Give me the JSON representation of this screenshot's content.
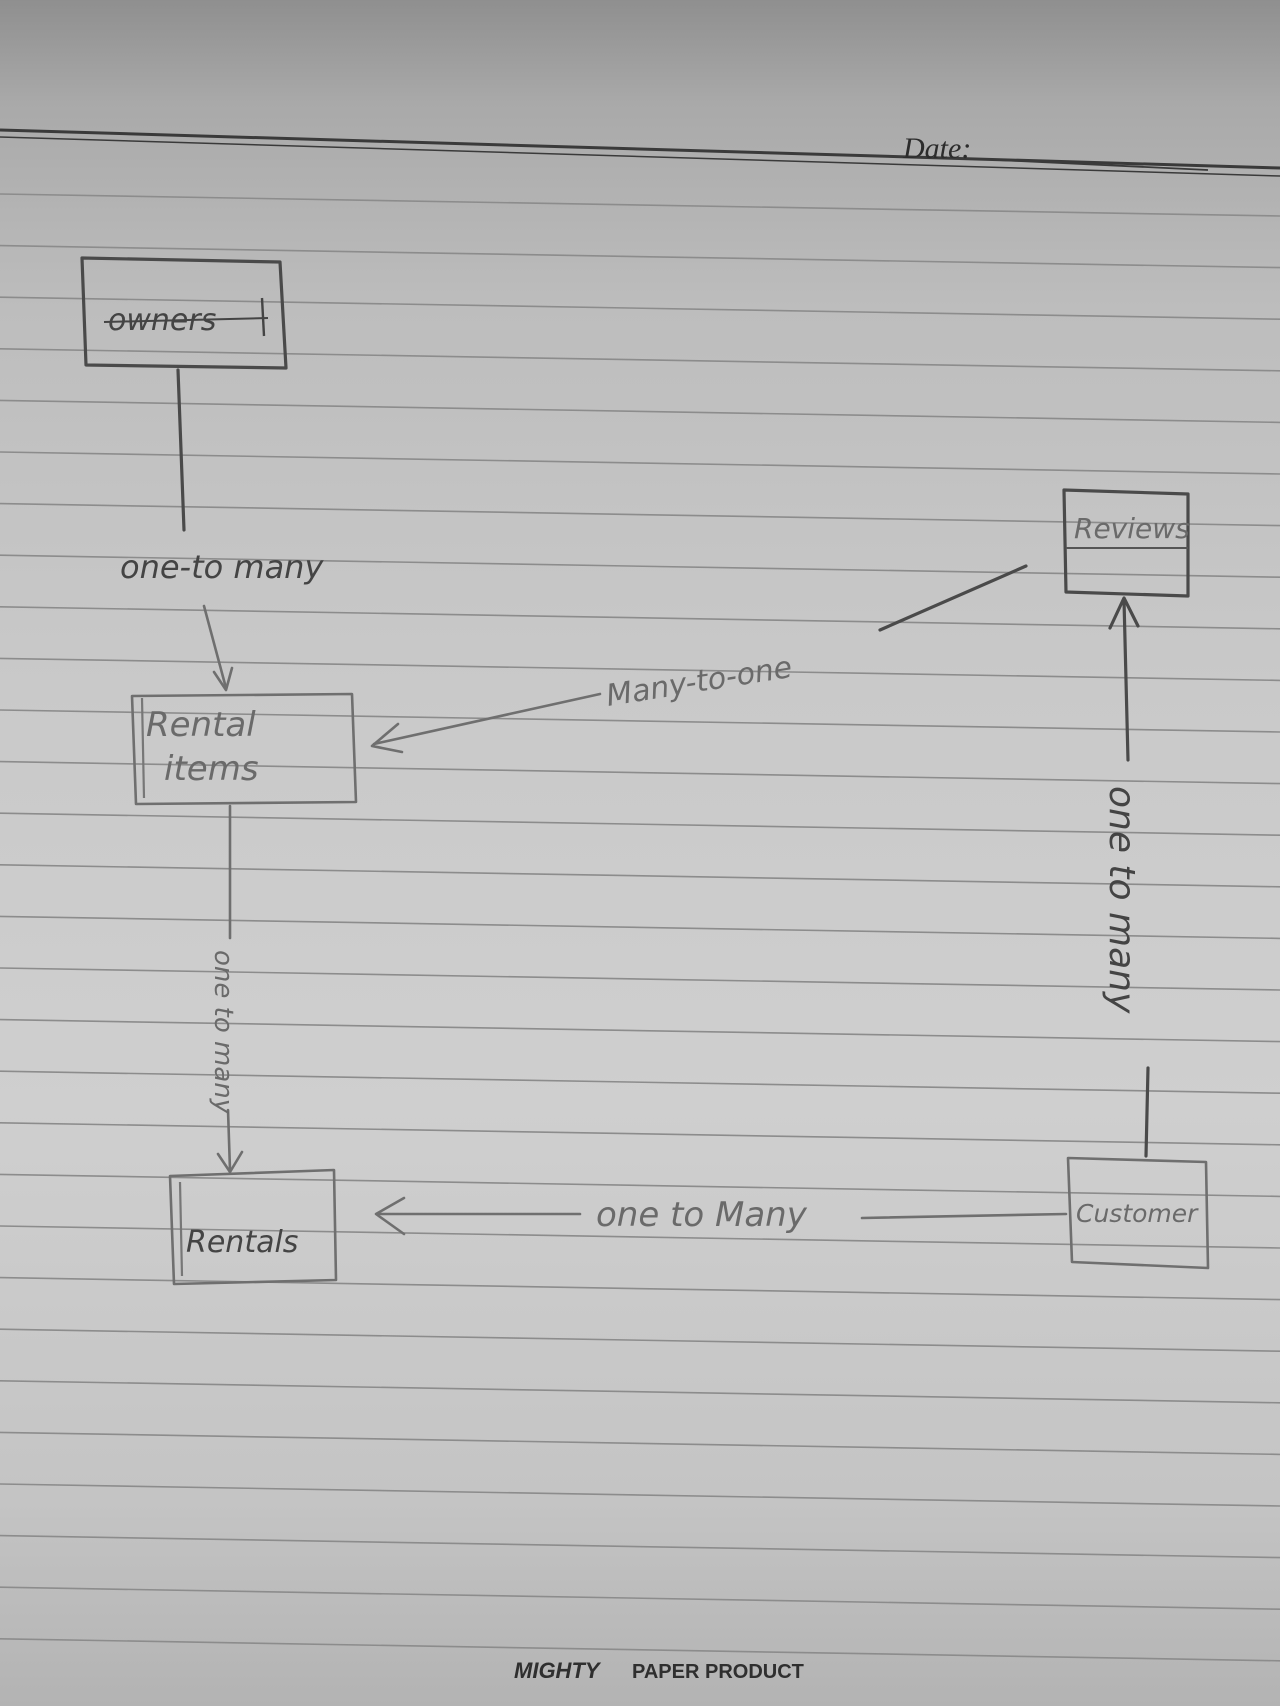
{
  "header": {
    "date_label": "Date:"
  },
  "entities": {
    "owners": "owners",
    "rental_items_line1": "Rental",
    "rental_items_line2": "items",
    "rentals": "Rentals",
    "reviews": "Reviews",
    "customer": "Customer"
  },
  "relationships": {
    "owners_to_rental_items": "one-to many",
    "reviews_to_rental_items": "Many-to-one",
    "rental_items_to_rentals": "one to many",
    "customer_to_reviews": "one to many",
    "customer_to_rentals": "one to Many"
  },
  "footer": {
    "brand": "MIGHTY",
    "tagline": "PAPER PRODUCT"
  }
}
